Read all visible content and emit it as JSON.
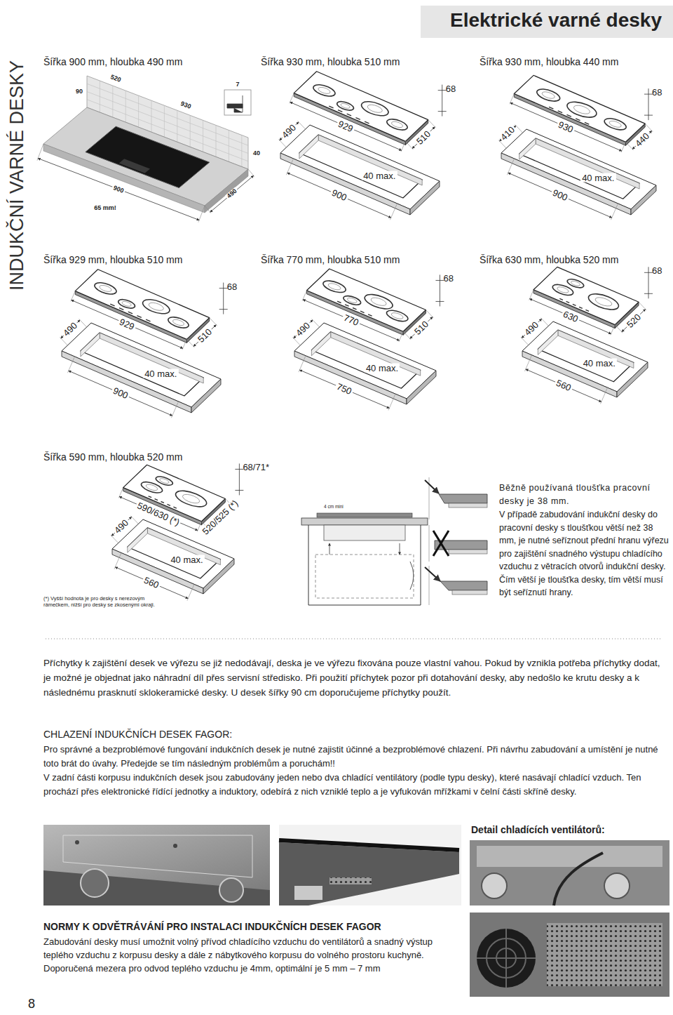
{
  "diagram": {
    "title": "Elektrické varné desky",
    "labels": [
      "INDUKČNÍ VARNÉ DESKY",
      "Šířka 900 mm, hloubka 490 mm",
      "520",
      "930",
      "90",
      "900",
      "490",
      "65 mm!",
      "7",
      "40",
      "Šířka 930 mm, hloubka 510 mm",
      "929",
      "510",
      "490",
      "40 max.",
      "900",
      "68",
      "Šířka 930 mm, hloubka 440 mm",
      "930",
      "440",
      "410",
      "40 max.",
      "900",
      "68",
      "Šířka 929 mm, hloubka 510 mm",
      "929",
      "510",
      "490",
      "40 max.",
      "900",
      "68",
      "Šířka 770 mm, hloubka 510 mm",
      "770",
      "510",
      "490",
      "40 max.",
      "750",
      "68",
      "Šířka 630 mm, hloubka 520 mm",
      "630",
      "520",
      "490",
      "40 max.",
      "560",
      "68",
      "Šířka 590 mm, hloubka 520 mm",
      "590/630 (*)",
      "520/525 (*)",
      "490",
      "40 max.",
      "560",
      "68/71*",
      "(*) Vyšší hodnota je pro desky s nerezovým rámečkem, nižší pro desky se zkosenými okraji.",
      "4 cm mini",
      "Běžně používaná tloušťka pracovní desky je 38 mm.",
      "V případě zabudování indukční desky do pracovní desky s tloušťkou větší než 38 mm, je nutné seříznout přední hranu výřezu pro zajištění snadného výstupu chladícího vzduchu z větracích otvorů indukční desky. Čím větší je tloušťka desky, tím větší musí být seříznutí hrany.",
      "Příchytky k zajištění desek ve výřezu se již nedodávají, deska je ve výřezu fixována pouze vlastní vahou. Pokud by vznikla potřeba příchytky dodat, je možné je objednat jako náhradní díl přes servisní středisko. Při použití příchytek pozor při dotahování desky, aby nedošlo ke krutu desky a k následnému prasknutí sklokeramické desky. U desek šířky 90 cm doporučujeme příchytky použít.",
      "CHLAZENÍ INDUKČNÍCH DESEK FAGOR:",
      "Pro správné a bezproblémové fungování indukčních desek je nutné zajistit účinné a bezproblémové chlazení. Při návrhu zabudování a umístění je nutné toto brát do úvahy. Předejde se tím následným problémům a poruchám!!",
      "V zadní části korpusu indukčních desek jsou zabudovány jeden nebo dva chladící ventilátory (podle typu desky), které nasávají chladící vzduch. Ten prochází přes elektronické řídící jednotky a induktory, odebírá z nich vzniklé teplo a je vyfukován mřížkami v čelní části skříně desky.",
      "Detail chladících ventilátorů:",
      "NORMY K ODVĚTRÁVÁNÍ PRO INSTALACI INDUKČNÍCH DESEK FAGOR",
      "Zabudování desky musí umožnit volný přívod chladícího vzduchu do ventilátorů a snadný výstup teplého vzduchu z korpusu desky a dále z nábytkového korpusu do volného prostoru kuchyně. Doporučená mezera pro odvod teplého vzduchu je 4mm, optimální je 5 mm – 7 mm",
      "8"
    ]
  }
}
